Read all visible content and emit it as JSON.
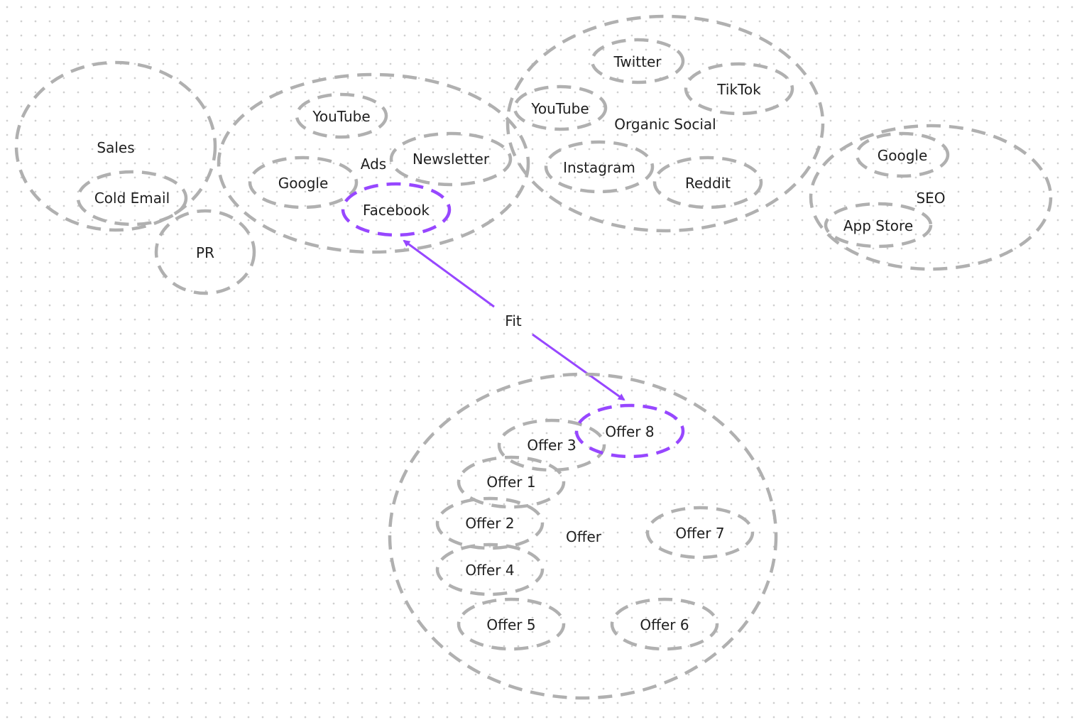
{
  "colors": {
    "normal": "#b0b0b0",
    "highlight": "#9747ff",
    "text": "#1f1f1f"
  },
  "nodes": {
    "sales": "Sales",
    "cold_email": "Cold Email",
    "pr": "PR",
    "ads": "Ads",
    "ads_youtube": "YouTube",
    "ads_google": "Google",
    "ads_newsletter": "Newsletter",
    "ads_facebook": "Facebook",
    "organic_social": "Organic Social",
    "twitter": "Twitter",
    "tiktok": "TikTok",
    "organic_youtube": "YouTube",
    "instagram": "Instagram",
    "reddit": "Reddit",
    "seo": "SEO",
    "seo_google": "Google",
    "app_store": "App Store",
    "offer": "Offer",
    "offer_1": "Offer 1",
    "offer_2": "Offer 2",
    "offer_3": "Offer 3",
    "offer_4": "Offer 4",
    "offer_5": "Offer 5",
    "offer_6": "Offer 6",
    "offer_7": "Offer 7",
    "offer_8": "Offer 8"
  },
  "connector": {
    "label": "Fit",
    "from": "Offer 8",
    "to": "Facebook"
  }
}
